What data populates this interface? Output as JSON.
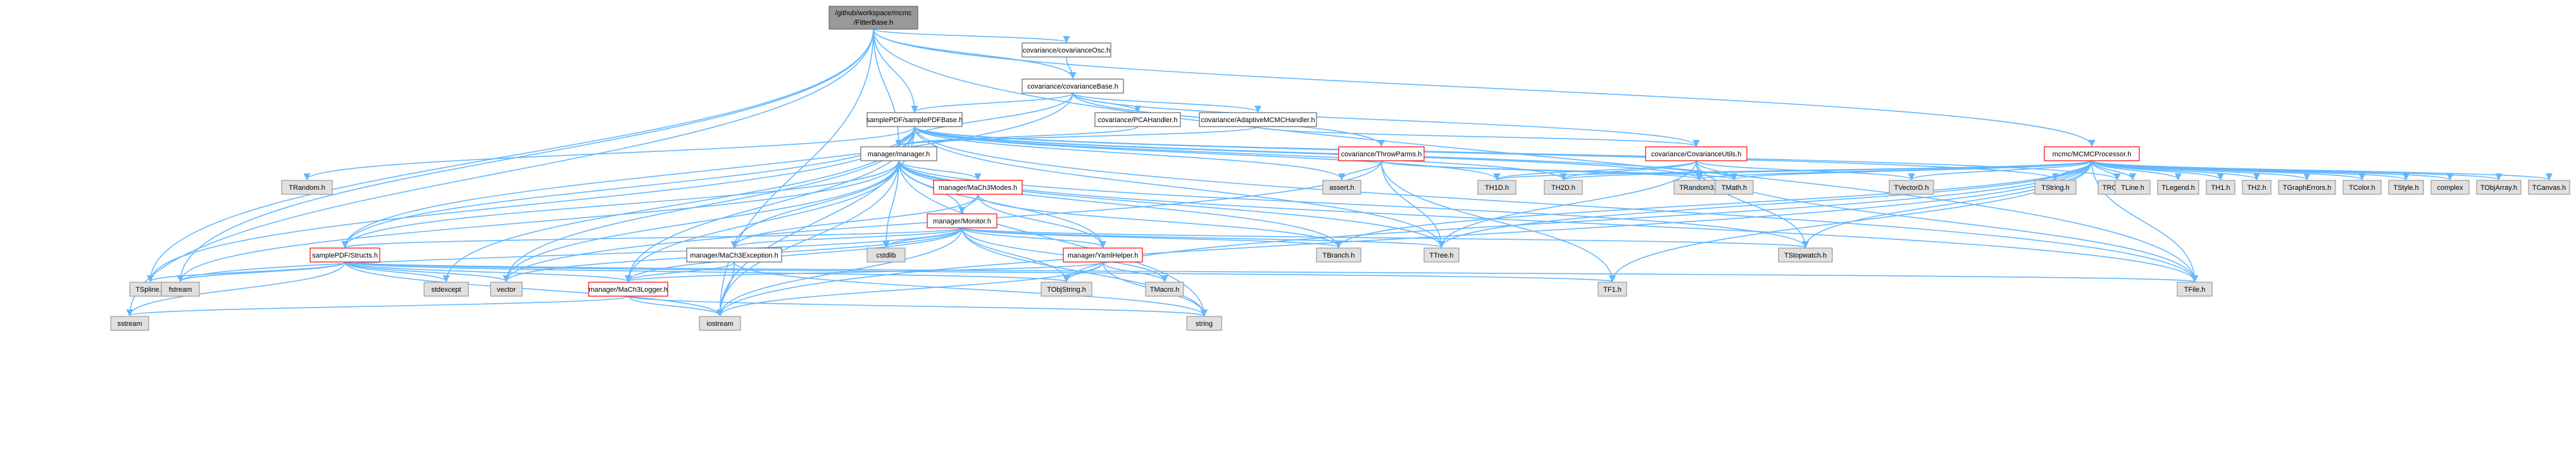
{
  "graph": {
    "root_label_line1": "/github/workspace/mcmc",
    "root_label_line2": "/FitterBase.h",
    "nodes": [
      {
        "id": "root",
        "label": "/github/workspace/mcmc/FitterBase.h",
        "style": "root"
      },
      {
        "id": "covOsc",
        "label": "covariance/covarianceOsc.h",
        "style": "white"
      },
      {
        "id": "covBase",
        "label": "covariance/covarianceBase.h",
        "style": "white"
      },
      {
        "id": "samplePDFBase",
        "label": "samplePDF/samplePDFBase.h",
        "style": "white"
      },
      {
        "id": "pcaHandler",
        "label": "covariance/PCAHandler.h",
        "style": "white"
      },
      {
        "id": "adaptiveMCMC",
        "label": "covariance/AdaptiveMCMCHandler.h",
        "style": "white"
      },
      {
        "id": "mcmcProc",
        "label": "mcmc/MCMCProcessor.h",
        "style": "red"
      },
      {
        "id": "covUtils",
        "label": "covariance/CovarianceUtils.h",
        "style": "red"
      },
      {
        "id": "throwParms",
        "label": "covariance/ThrowParms.h",
        "style": "red"
      },
      {
        "id": "manager",
        "label": "manager/manager.h",
        "style": "white"
      },
      {
        "id": "mach3Modes",
        "label": "manager/MaCh3Modes.h",
        "style": "red"
      },
      {
        "id": "monitor",
        "label": "manager/Monitor.h",
        "style": "red"
      },
      {
        "id": "structs",
        "label": "samplePDF/Structs.h",
        "style": "red"
      },
      {
        "id": "exception",
        "label": "manager/MaCh3Exception.h",
        "style": "white"
      },
      {
        "id": "yamlHelper",
        "label": "manager/YamlHelper.h",
        "style": "red"
      },
      {
        "id": "logger",
        "label": "manager/MaCh3Logger.h",
        "style": "red"
      },
      {
        "id": "TRandom",
        "label": "TRandom.h",
        "style": "gray"
      },
      {
        "id": "assert",
        "label": "assert.h",
        "style": "gray"
      },
      {
        "id": "TH1D",
        "label": "TH1D.h",
        "style": "gray"
      },
      {
        "id": "TH2D",
        "label": "TH2D.h",
        "style": "gray"
      },
      {
        "id": "TRandom3",
        "label": "TRandom3.h",
        "style": "gray"
      },
      {
        "id": "TMath",
        "label": "TMath.h",
        "style": "gray"
      },
      {
        "id": "TVectorD",
        "label": "TVectorD.h",
        "style": "gray"
      },
      {
        "id": "TString",
        "label": "TString.h",
        "style": "gray"
      },
      {
        "id": "TROOT",
        "label": "TROOT.h",
        "style": "gray"
      },
      {
        "id": "TLine",
        "label": "TLine.h",
        "style": "gray"
      },
      {
        "id": "TLegend",
        "label": "TLegend.h",
        "style": "gray"
      },
      {
        "id": "TH1",
        "label": "TH1.h",
        "style": "gray"
      },
      {
        "id": "TH2",
        "label": "TH2.h",
        "style": "gray"
      },
      {
        "id": "TGraphErrors",
        "label": "TGraphErrors.h",
        "style": "gray"
      },
      {
        "id": "TColor",
        "label": "TColor.h",
        "style": "gray"
      },
      {
        "id": "TStyle",
        "label": "TStyle.h",
        "style": "gray"
      },
      {
        "id": "complex",
        "label": "complex",
        "style": "gray"
      },
      {
        "id": "TObjArray",
        "label": "TObjArray.h",
        "style": "gray"
      },
      {
        "id": "TCanvas",
        "label": "TCanvas.h",
        "style": "gray"
      },
      {
        "id": "cstdlib",
        "label": "cstdlib",
        "style": "gray"
      },
      {
        "id": "TBranch",
        "label": "TBranch.h",
        "style": "gray"
      },
      {
        "id": "TTree",
        "label": "TTree.h",
        "style": "gray"
      },
      {
        "id": "TStopwatch",
        "label": "TStopwatch.h",
        "style": "gray"
      },
      {
        "id": "TSpline",
        "label": "TSpline.h",
        "style": "gray"
      },
      {
        "id": "fstream",
        "label": "fstream",
        "style": "gray"
      },
      {
        "id": "stdexcept",
        "label": "stdexcept",
        "style": "gray"
      },
      {
        "id": "vector",
        "label": "vector",
        "style": "gray"
      },
      {
        "id": "TObjString",
        "label": "TObjString.h",
        "style": "gray"
      },
      {
        "id": "TMacro",
        "label": "TMacro.h",
        "style": "gray"
      },
      {
        "id": "TF1",
        "label": "TF1.h",
        "style": "gray"
      },
      {
        "id": "TFile",
        "label": "TFile.h",
        "style": "gray"
      },
      {
        "id": "sstream",
        "label": "sstream",
        "style": "gray"
      },
      {
        "id": "iostream",
        "label": "iostream",
        "style": "gray"
      },
      {
        "id": "string",
        "label": "string",
        "style": "gray"
      }
    ]
  }
}
